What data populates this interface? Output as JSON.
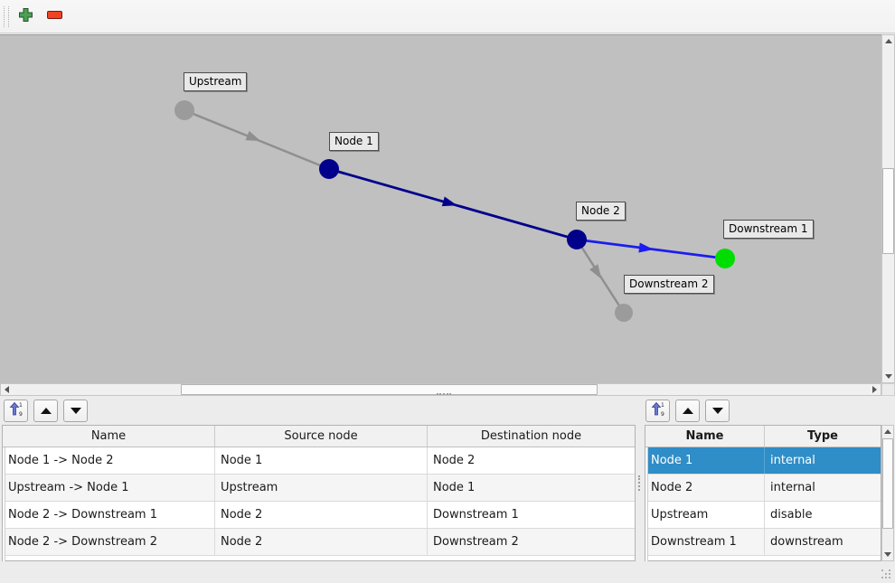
{
  "graph": {
    "colors": {
      "canvas_bg": "#c0c0c0",
      "node_internal": "#00008b",
      "node_disable": "#9b9b9b",
      "node_downstream": "#00dd00",
      "edge_internal": "#00008b",
      "edge_downstream": "#1c1cf0",
      "edge_disable": "#8f8f8f"
    },
    "nodes": [
      {
        "label": "Upstream"
      },
      {
        "label": "Node 1"
      },
      {
        "label": "Node 2"
      },
      {
        "label": "Downstream 1"
      },
      {
        "label": "Downstream 2"
      }
    ]
  },
  "edge_panel": {
    "headers": [
      "Name",
      "Source node",
      "Destination node"
    ],
    "rows": [
      {
        "name": "Node 1 -> Node 2",
        "source": "Node 1",
        "destination": "Node 2"
      },
      {
        "name": "Upstream -> Node 1",
        "source": "Upstream",
        "destination": "Node 1"
      },
      {
        "name": "Node 2 -> Downstream 1",
        "source": "Node 2",
        "destination": "Downstream 1"
      },
      {
        "name": "Node 2 -> Downstream 2",
        "source": "Node 2",
        "destination": "Downstream 2"
      }
    ]
  },
  "node_panel": {
    "headers": [
      "Name",
      "Type"
    ],
    "rows": [
      {
        "name": "Node 1",
        "type": "internal",
        "selected": true
      },
      {
        "name": "Node 2",
        "type": "internal",
        "selected": false
      },
      {
        "name": "Upstream",
        "type": "disable",
        "selected": false
      },
      {
        "name": "Downstream 1",
        "type": "downstream",
        "selected": false
      }
    ],
    "selection_color": "#2f8dc7"
  }
}
